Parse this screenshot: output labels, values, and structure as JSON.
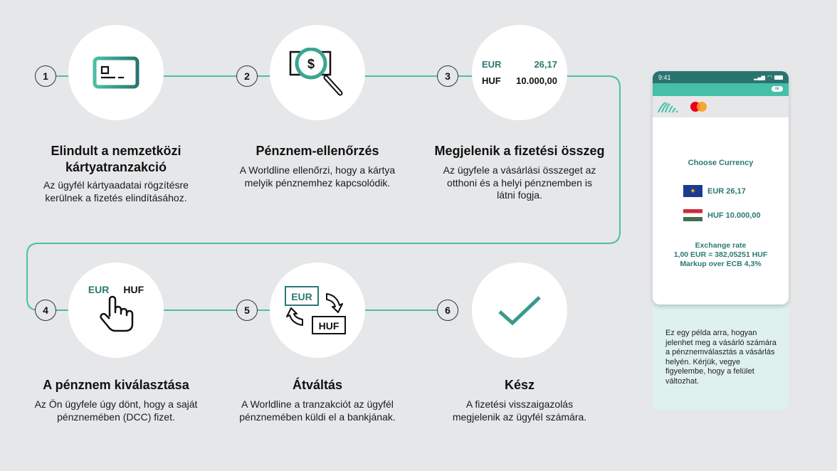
{
  "colors": {
    "accent": "#4cbfa6",
    "dark_teal": "#2a7470",
    "background": "#e6e7e9",
    "info_bg": "#dff1ef"
  },
  "steps": [
    {
      "number": "1",
      "icon": "credit-card-icon",
      "title": "Elindult a nemzetközi kártyatranzakció",
      "desc": "Az ügyfél kártyaadatai rögzítésre kerülnek a fizetés elindításához."
    },
    {
      "number": "2",
      "icon": "magnifier-dollar-icon",
      "title": "Pénznem-ellenőrzés",
      "desc": "A Worldline ellenőrzi, hogy a kártya melyik pénznemhez kapcsolódik."
    },
    {
      "number": "3",
      "icon": "amount-display",
      "title": "Megjelenik a fizetési összeg",
      "desc": "Az ügyfele a vásárlási összeget az otthoni és a helyi pénznemben is látni fogja.",
      "eur_label": "EUR",
      "eur_value": "26,17",
      "huf_label": "HUF",
      "huf_value": "10.000,00"
    },
    {
      "number": "4",
      "icon": "pointing-hand-icon",
      "title": "A pénznem kiválasztása",
      "desc": "Az Ön ügyfele úgy dönt, hogy a saját pénznemében (DCC) fizet.",
      "eur_label": "EUR",
      "huf_label": "HUF"
    },
    {
      "number": "5",
      "icon": "currency-exchange-icon",
      "title": "Átváltás",
      "desc": "A Worldline a tranzakciót az ügyfél pénznemében küldi el a bankjának.",
      "eur_label": "EUR",
      "huf_label": "HUF"
    },
    {
      "number": "6",
      "icon": "checkmark-icon",
      "title": "Kész",
      "desc": "A fizetési visszaigazolás megjelenik az ügyfél számára."
    }
  ],
  "phone": {
    "time": "9:41",
    "ok_label": "ok",
    "choose_currency": "Choose Currency",
    "eur_option": "EUR 26,17",
    "huf_option": "HUF 10.000,00",
    "exchange_rate_label": "Exchange rate",
    "exchange_rate": "1,00 EUR = 382,05251 HUF",
    "markup": "Markup over ECB 4,3%"
  },
  "info_text": "Ez egy példa arra, hogyan jelenhet meg a vásárló számára a pénznemválasztás a vásárlás helyén. Kérjük, vegye figyelembe, hogy a felület változhat."
}
